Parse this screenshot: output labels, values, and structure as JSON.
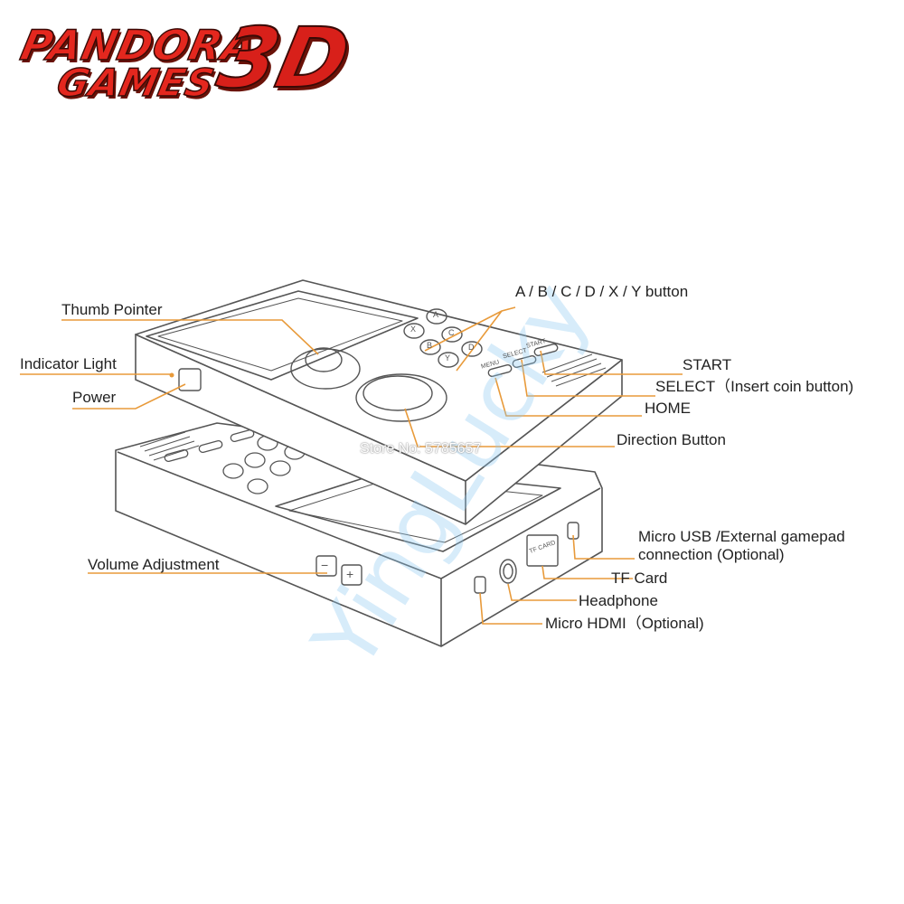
{
  "logo": {
    "line1": "PANDORA",
    "line2": "GAMES",
    "mark": "3D"
  },
  "watermark": {
    "store": "Store No: 5785657",
    "brand": "YingLucky"
  },
  "labels": {
    "thumb_pointer": "Thumb Pointer",
    "indicator_light": "Indicator Light",
    "power": "Power",
    "abcdxy": "A / B / C / D / X / Y  button",
    "start": "START",
    "select": "SELECT（Insert coin button)",
    "home": "HOME",
    "direction": "Direction Button",
    "micro_usb_1": "Micro USB /External gamepad",
    "micro_usb_2": "connection (Optional)",
    "volume": "Volume Adjustment",
    "tf_card": "TF Card",
    "headphone": "Headphone",
    "micro_hdmi": "Micro HDMI（Optional)"
  },
  "device_text": {
    "menu": "MENU",
    "select": "SELECT",
    "start": "START",
    "tf_slot": "TF CARD",
    "vol_minus": "−",
    "vol_plus": "+",
    "btn_a": "A",
    "btn_b": "B",
    "btn_c": "C",
    "btn_d": "D",
    "btn_x": "X",
    "btn_y": "Y"
  },
  "colors": {
    "leader": "#e89a3a",
    "outline": "#555555",
    "logo_red": "#e4271e"
  }
}
